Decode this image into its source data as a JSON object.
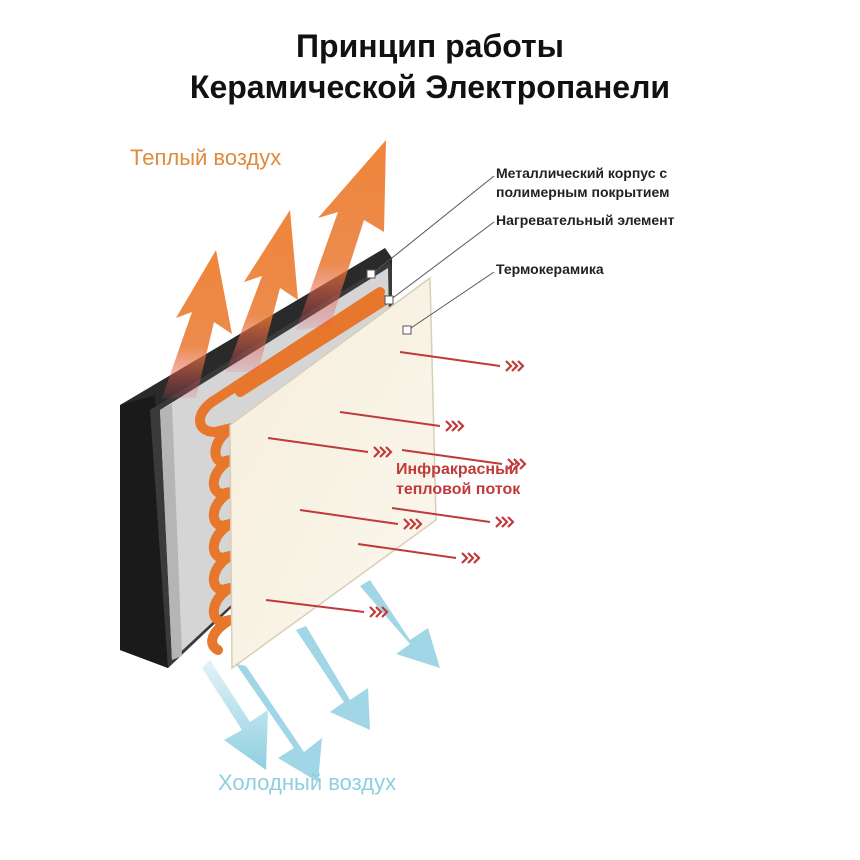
{
  "title": {
    "line1": "Принцип работы",
    "line2": "Керамической Электропанели"
  },
  "labels": {
    "warm_air": "Теплый воздух",
    "cold_air": "Холодный воздух",
    "infrared_line1": "Инфракрасный",
    "infrared_line2": "тепловой поток"
  },
  "callouts": {
    "body_line1": "Металлический корпус с",
    "body_line2": "полимерным покрытием",
    "heater": "Нагревательный элемент",
    "ceramic": "Термокерамика"
  },
  "colors": {
    "warm": "#e8772e",
    "cold": "#8fcfe0",
    "infrared": "#c03a3a",
    "panel_back": "#2a2a2a",
    "panel_metal": "#d8d8d8",
    "heater": "#e8772e",
    "ceramic": "#f8f1e1"
  }
}
